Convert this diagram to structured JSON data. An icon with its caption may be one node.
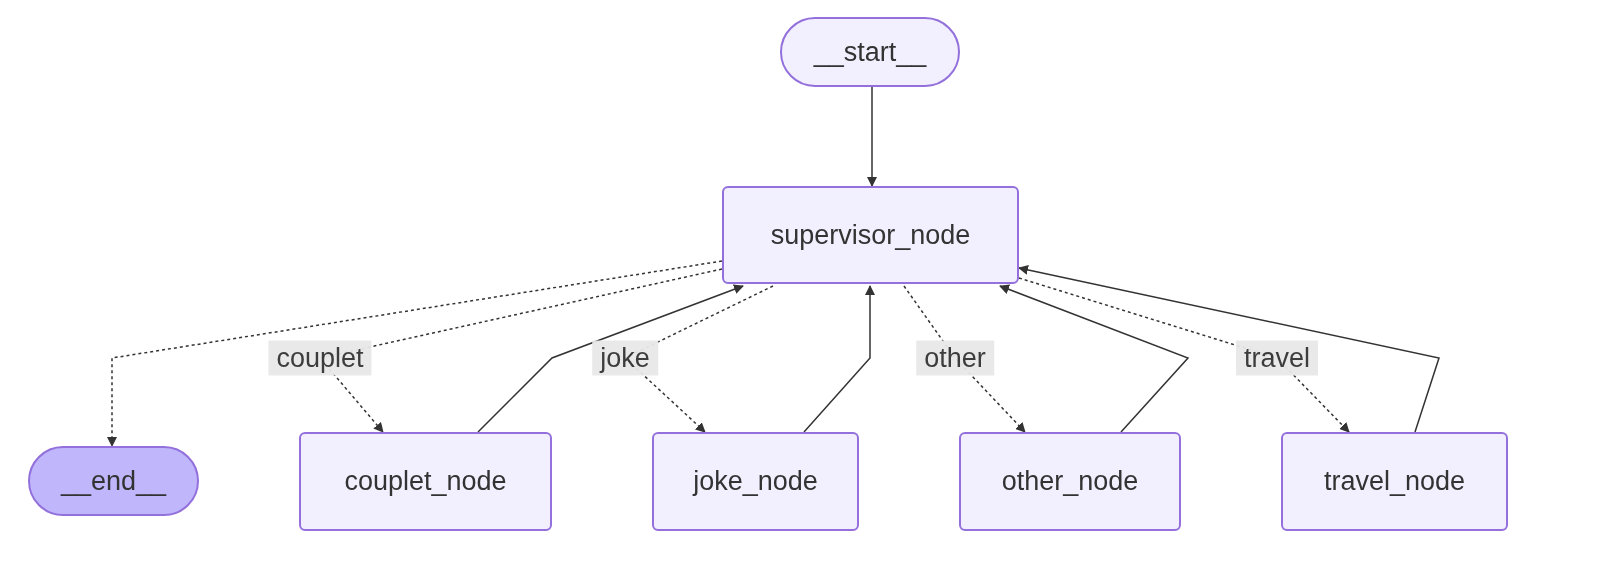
{
  "diagram": {
    "nodes": [
      {
        "text": [
          "__start__"
        ]
      },
      {
        "text": [
          "supervisor_node"
        ]
      },
      {
        "text": [
          "__end__"
        ]
      },
      {
        "text": [
          "couplet_node"
        ]
      },
      {
        "text": [
          "joke_node"
        ]
      },
      {
        "text": [
          "other_node"
        ]
      },
      {
        "text": [
          "travel_node"
        ]
      }
    ],
    "edges": [
      {
        "from": 0,
        "to": 1,
        "arrow": "to"
      },
      {
        "from": 1,
        "to": 2,
        "arrow": "to",
        "style": "dashed"
      },
      {
        "from": 1,
        "to": 3,
        "arrow": "to",
        "style": "dashed",
        "label": "couplet"
      },
      {
        "from": 1,
        "to": 4,
        "arrow": "to",
        "style": "dashed",
        "label": "joke"
      },
      {
        "from": 1,
        "to": 5,
        "arrow": "to",
        "style": "dashed",
        "label": "other"
      },
      {
        "from": 1,
        "to": 6,
        "arrow": "to",
        "style": "dashed",
        "label": "travel"
      },
      {
        "from": 3,
        "to": 1,
        "arrow": "to"
      },
      {
        "from": 4,
        "to": 1,
        "arrow": "to"
      },
      {
        "from": 5,
        "to": 1,
        "arrow": "to"
      },
      {
        "from": 6,
        "to": 1,
        "arrow": "to"
      }
    ]
  }
}
